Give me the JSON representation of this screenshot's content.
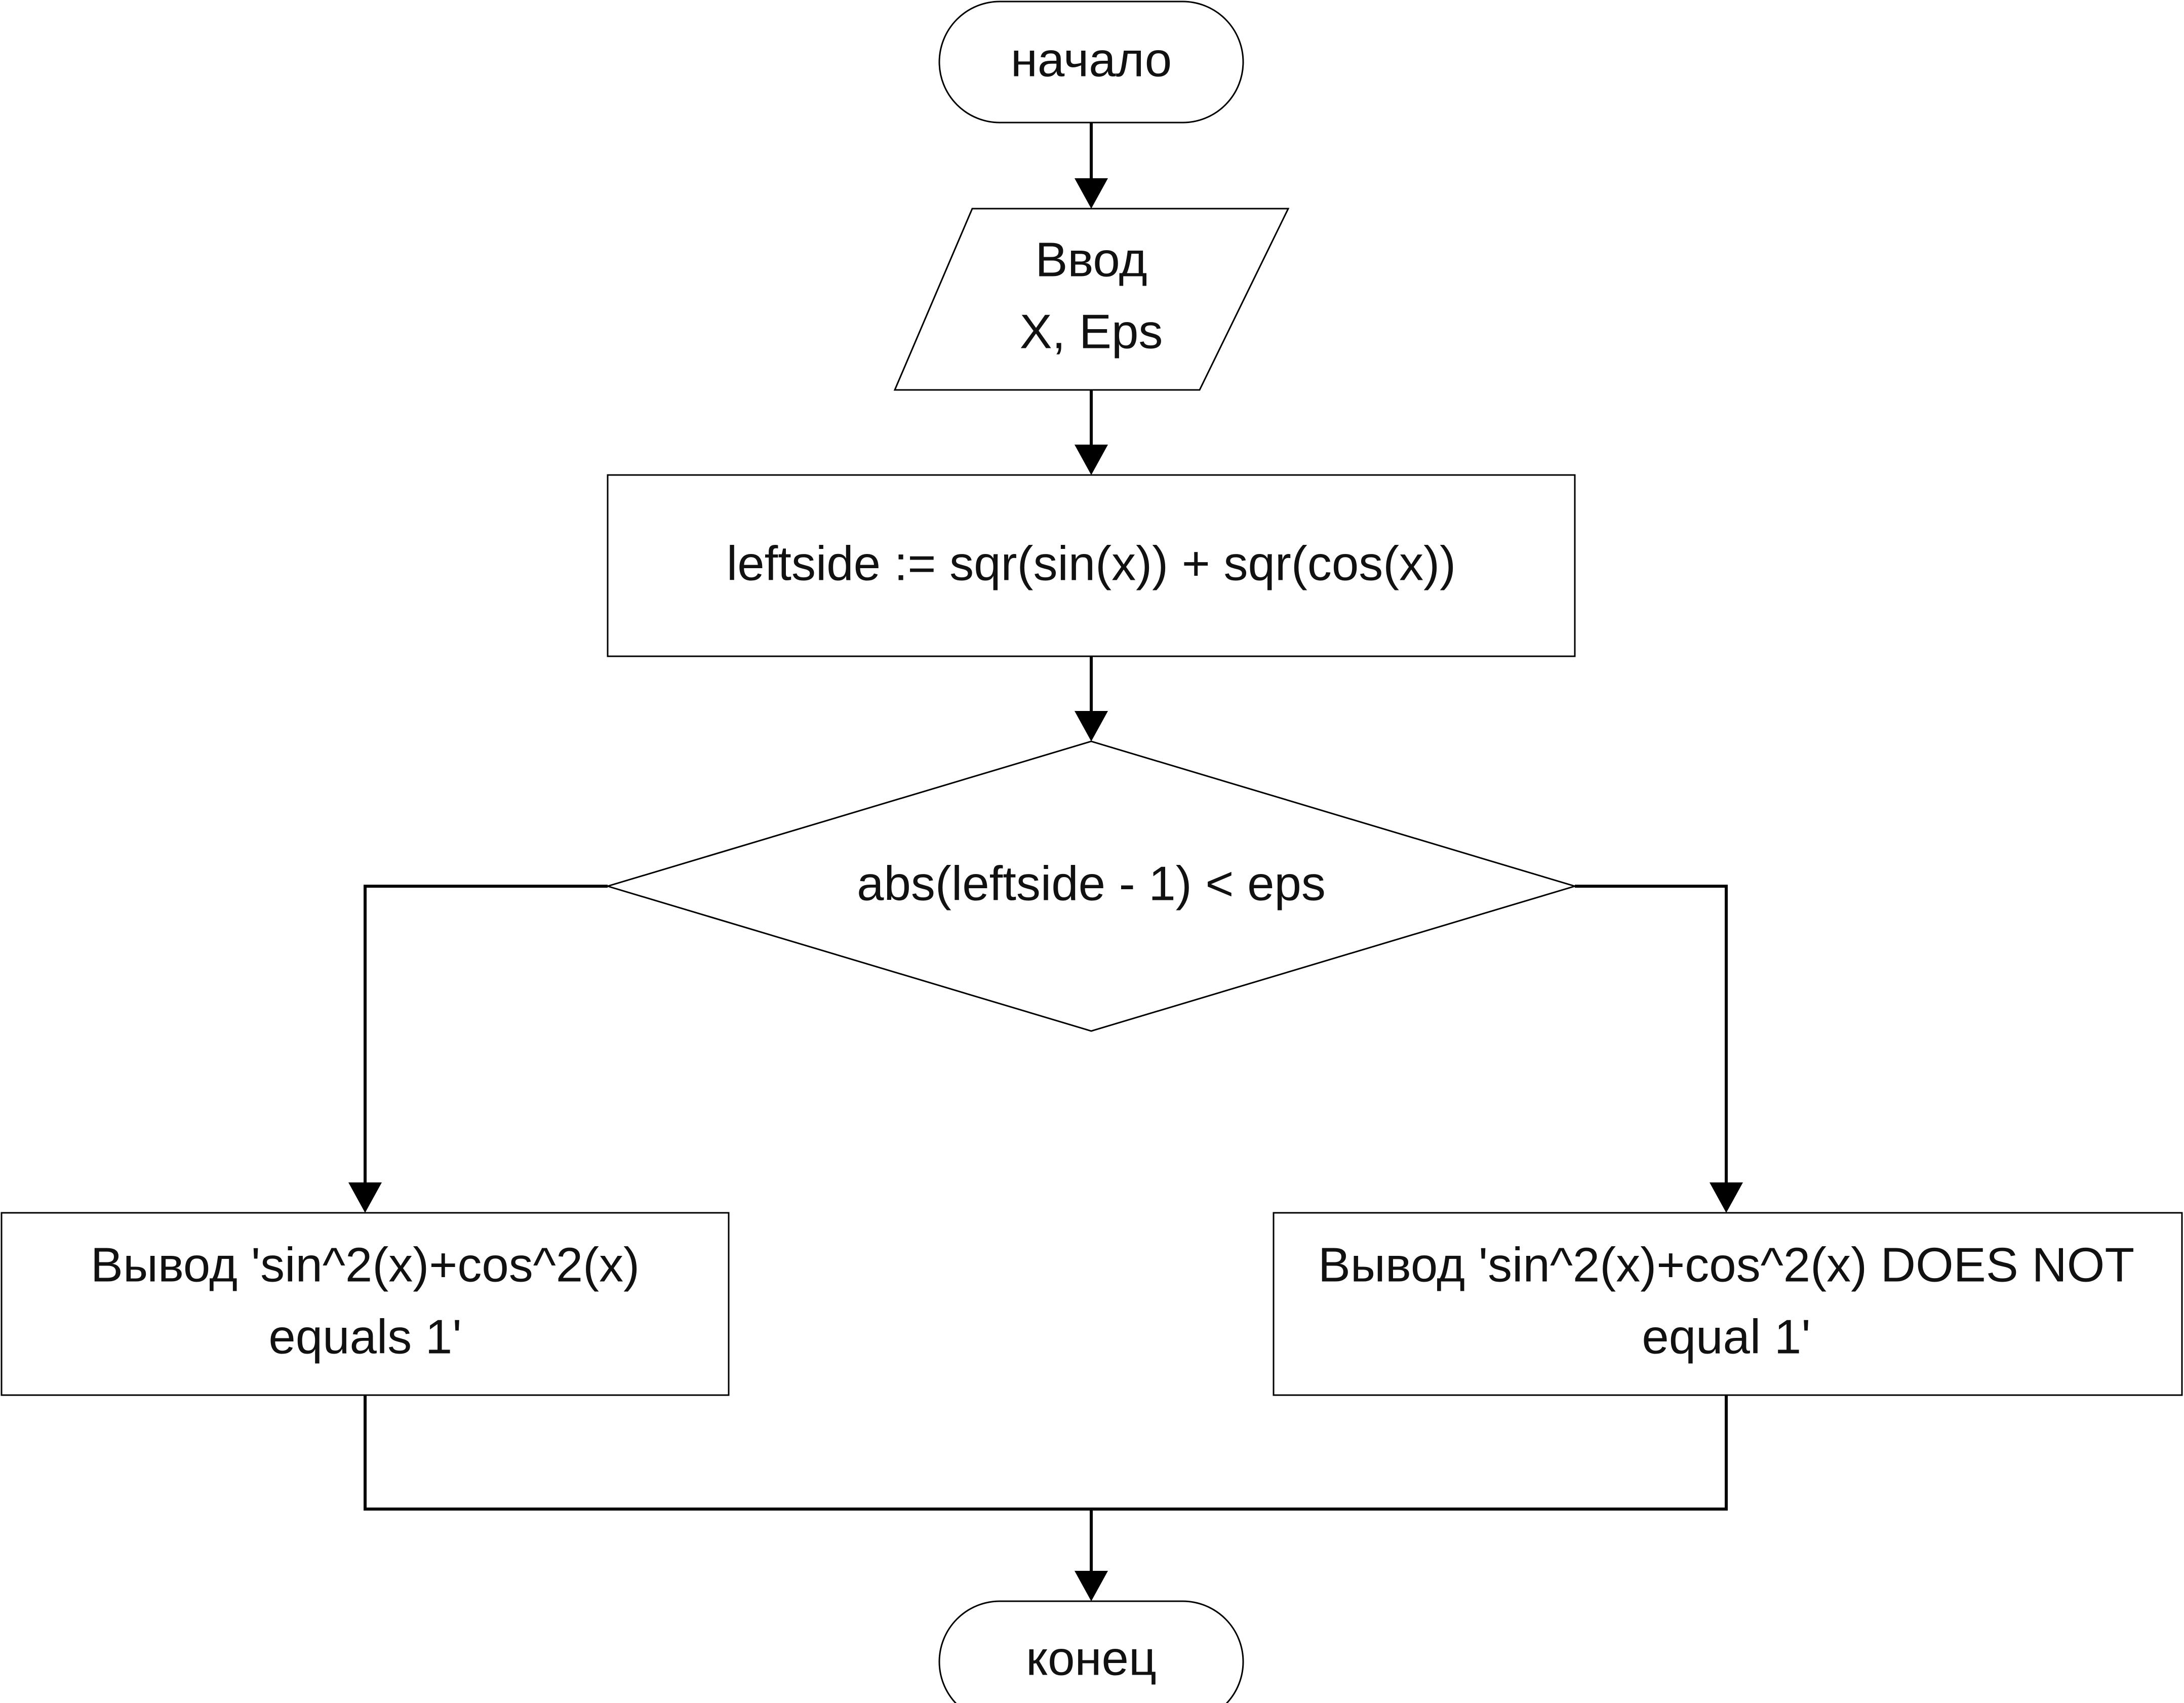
{
  "diagram": {
    "nodes": {
      "start": {
        "label": "начало",
        "shape": "terminator"
      },
      "input": {
        "line1": "Ввод",
        "line2": "X, Eps",
        "shape": "parallelogram"
      },
      "process": {
        "label": "leftside := sqr(sin(x)) + sqr(cos(x))",
        "shape": "rectangle"
      },
      "decision": {
        "label": "abs(leftside - 1) < eps",
        "shape": "diamond"
      },
      "output_left": {
        "line1": "Вывод 'sin^2(x)+cos^2(x)",
        "line2": "equals 1'",
        "shape": "rectangle"
      },
      "output_right": {
        "line1": "Вывод 'sin^2(x)+cos^2(x) DOES NOT",
        "line2": "equal 1'",
        "shape": "rectangle"
      },
      "end": {
        "label": "конец",
        "shape": "terminator"
      }
    },
    "edges": [
      {
        "from": "start",
        "to": "input"
      },
      {
        "from": "input",
        "to": "process"
      },
      {
        "from": "process",
        "to": "decision"
      },
      {
        "from": "decision",
        "to": "output_left"
      },
      {
        "from": "decision",
        "to": "output_right"
      },
      {
        "from": "output_left",
        "to": "end"
      },
      {
        "from": "output_right",
        "to": "end"
      }
    ]
  }
}
